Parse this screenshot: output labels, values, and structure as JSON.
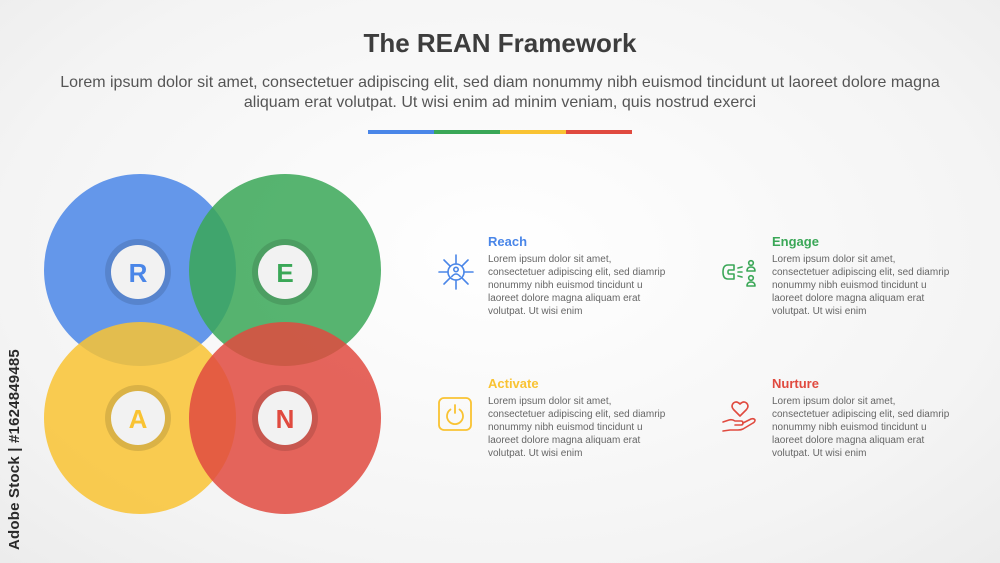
{
  "header": {
    "title": "The REAN Framework",
    "subtitle": "Lorem ipsum dolor sit amet, consectetuer adipiscing elit, sed diam nonummy nibh euismod tincidunt ut laoreet dolore magna aliquam erat volutpat. Ut wisi enim ad minim veniam, quis nostrud exerci",
    "divider_colors": [
      "#4a86e8",
      "#3aa757",
      "#f9c333",
      "#e04a3f"
    ]
  },
  "colors": {
    "blue": "#4a86e8",
    "green": "#3aa757",
    "yellow": "#f9c333",
    "red": "#e04a3f"
  },
  "circles": [
    {
      "letter": "R",
      "color": "#4a86e8"
    },
    {
      "letter": "E",
      "color": "#3aa757"
    },
    {
      "letter": "A",
      "color": "#f9c333"
    },
    {
      "letter": "N",
      "color": "#e04a3f"
    }
  ],
  "items": [
    {
      "label": "Reach",
      "icon": "network-people-icon",
      "color": "#4a86e8",
      "text": "Lorem ipsum dolor sit amet, consectetuer adipiscing elit, sed diamrip nonummy nibh euismod tincidunt u laoreet dolore magna aliquam erat volutpat. Ut wisi enim"
    },
    {
      "label": "Engage",
      "icon": "magnet-people-icon",
      "color": "#3aa757",
      "text": "Lorem ipsum dolor sit amet, consectetuer adipiscing elit, sed diamrip nonummy nibh euismod tincidunt u laoreet dolore magna aliquam erat volutpat. Ut wisi enim"
    },
    {
      "label": "Activate",
      "icon": "power-button-icon",
      "color": "#f9c333",
      "text": "Lorem ipsum dolor sit amet, consectetuer adipiscing elit, sed diamrip nonummy nibh euismod tincidunt u laoreet dolore magna aliquam erat volutpat. Ut wisi enim"
    },
    {
      "label": "Nurture",
      "icon": "heart-hand-icon",
      "color": "#e04a3f",
      "text": "Lorem ipsum dolor sit amet, consectetuer adipiscing elit, sed diamrip nonummy nibh euismod tincidunt u laoreet dolore magna aliquam erat volutpat. Ut wisi enim"
    }
  ],
  "watermark": "Adobe Stock | #1624849485"
}
